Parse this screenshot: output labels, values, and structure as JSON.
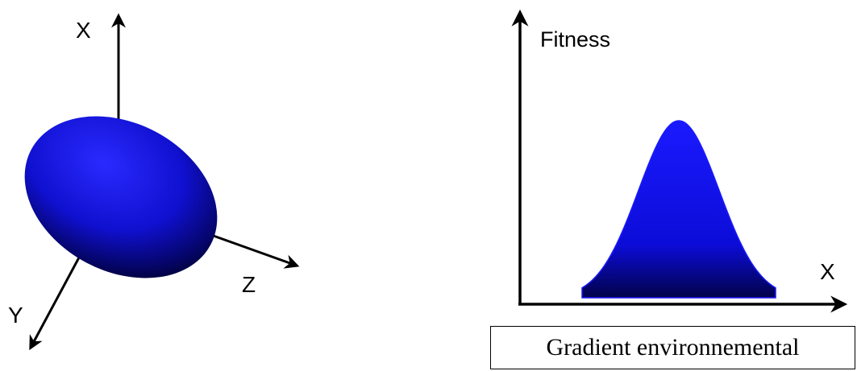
{
  "left_panel": {
    "axis_x_label": "X",
    "axis_y_label": "Y",
    "axis_z_label": "Z"
  },
  "right_panel": {
    "y_axis_label": "Fitness",
    "x_axis_label": "X"
  },
  "caption": {
    "text": "Gradient environnemental"
  },
  "colors": {
    "shape_fill_light": "#1a1aff",
    "shape_fill_dark": "#000040",
    "axis": "#000000"
  }
}
